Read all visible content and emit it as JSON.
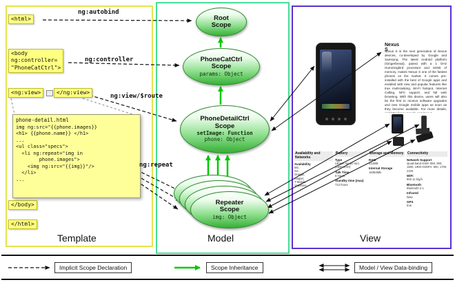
{
  "panels": {
    "template_label": "Template",
    "model_label": "Model",
    "view_label": "View"
  },
  "template": {
    "html_open": "<html>",
    "html_close": "</html>",
    "body_open": "<body\nng:controller=\n\"PhoneCatCtrl\">",
    "body_close": "</body>",
    "ngview_open": "<ng:view>",
    "ngview_close": "</ng:view>",
    "annotations": {
      "autobind": "ng:autobind",
      "controller": "ng:controller",
      "view_route": "ng:view/$route",
      "repeat": "ng:repeat"
    },
    "code": {
      "title": "phone-detail.html",
      "body": "img ng:src=\"{{phone.images}}\n<h1> {{phone.name}} </h1>\n...\n<ul class=\"specs\">\n  <li ng:repeat=\"img in\n        phone.images\">\n    <img ng:src=\"{{img}}\"/>\n  </li>\n..."
    }
  },
  "model": {
    "root_scope": {
      "title": "Root\nScope"
    },
    "phonecat_scope": {
      "title": "PhoneCatCtrl\nScope",
      "prop_params": "params: Object"
    },
    "phonedetail_scope": {
      "title": "PhoneDetailCtrl\nScope",
      "prop_setimage": "setImage: Function",
      "prop_phone": "phone: Object"
    },
    "repeater_scope": {
      "title": "Repeater\nScope",
      "prop_img": "img: Object"
    }
  },
  "view": {
    "product_title": "Nexus S",
    "description": "Nexus S is the next generation of Nexus devices, co-developed by Google and Samsung. The latest Android platform (Gingerbread), paired with a 1 GHz Hummingbird processor and 16GB of memory, makes Nexus S one of the fastest phones on the market. It comes pre-installed with the best of Google apps and enabled with new and popular features like true multi-tasking, Wi-Fi hotspot, Internet Calling, NFC support, and full web browsing. With this device, users will also be the first to receive software upgrades and new Google mobile apps as soon as they become available. For more details, visit http://www.google.com/nexus.",
    "specs": [
      {
        "header": "Availability and Networks",
        "rows": [
          {
            "label": "Availability",
            "value": "M2,\nO2,\nOrange,\nSingtel,\nT-Mobile,\nVodafone"
          }
        ]
      },
      {
        "header": "Battery",
        "rows": [
          {
            "label": "Type",
            "value": "Lithium Ion (Li-Ion) (1500 mAH)"
          },
          {
            "label": "Talk Time",
            "value": "6 hours"
          },
          {
            "label": "Standby time (max)",
            "value": "713 hours"
          }
        ]
      },
      {
        "header": "Storage and Memory",
        "rows": [
          {
            "label": "RAM",
            "value": "512MB"
          },
          {
            "label": "Internal Storage",
            "value": "16384MB"
          }
        ]
      },
      {
        "header": "Connectivity",
        "rows": [
          {
            "label": "Network Support",
            "value": "Quad-band GSM: 850, 900, 1800, 1900 HSDPA: 900, 1700, 2100"
          },
          {
            "label": "WiFi",
            "value": "802.11 b/g/n"
          },
          {
            "label": "Bluetooth",
            "value": "Bluetooth 2.1"
          },
          {
            "label": "Infrared",
            "value": "false"
          },
          {
            "label": "GPS",
            "value": "true"
          }
        ]
      }
    ]
  },
  "legend": {
    "items": [
      {
        "label": "Implicit Scope Declaration"
      },
      {
        "label": "Scope Inheritance"
      },
      {
        "label": "Model / View Data-binding"
      }
    ]
  },
  "colors": {
    "template_border": "#e4e44a",
    "model_border": "#45dd95",
    "view_border": "#5b2fd4",
    "scope_green": "#37b037",
    "inheritance_arrow": "#00c800",
    "tag_yellow": "#ffff80"
  }
}
